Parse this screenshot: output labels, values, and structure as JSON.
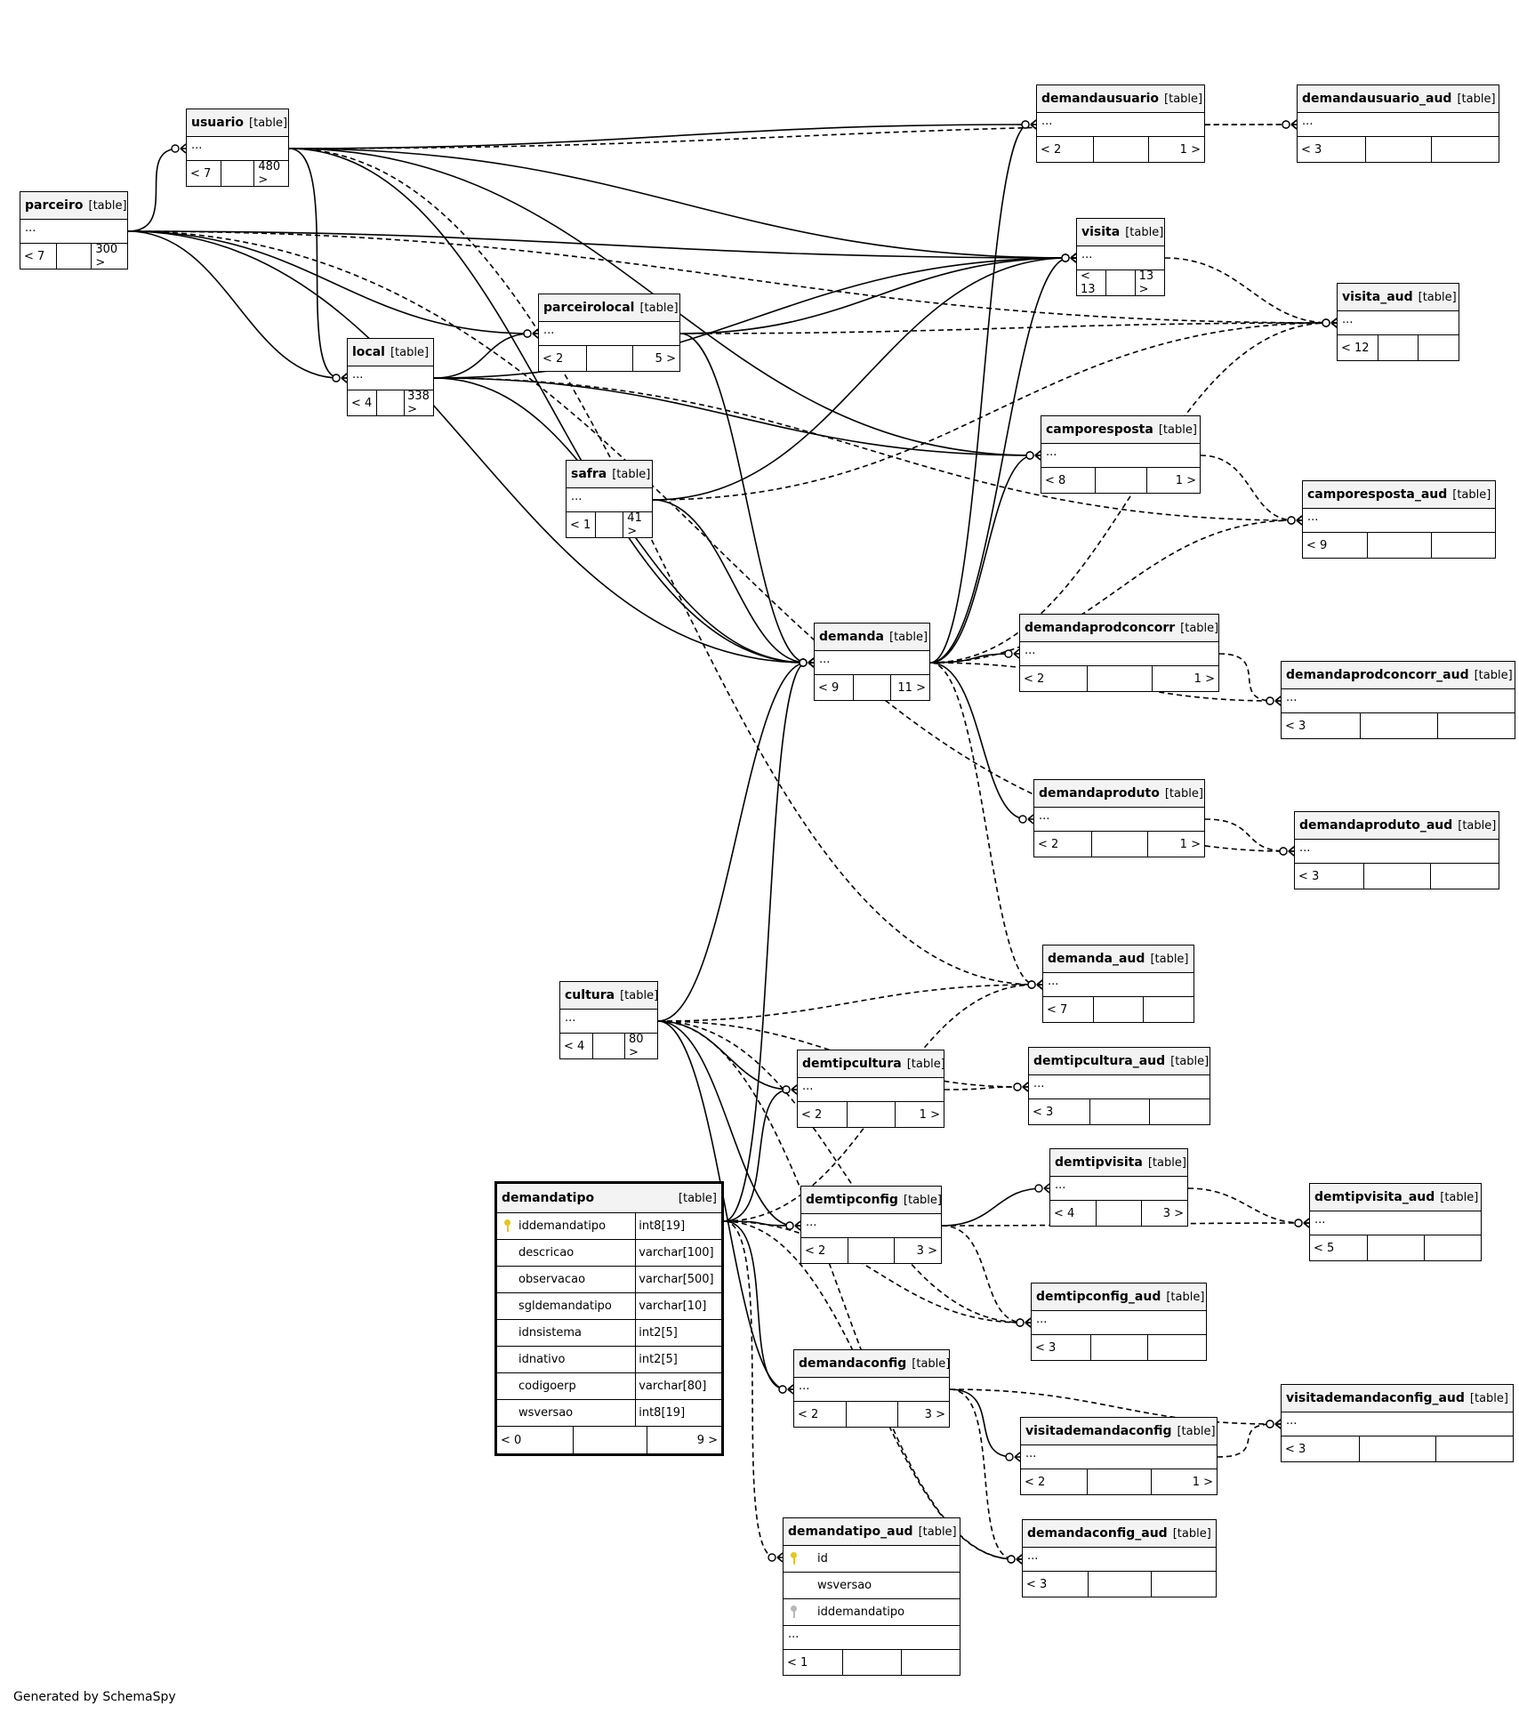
{
  "diagram": {
    "footer": "Generated by SchemaSpy",
    "type_label": "[table]",
    "nodes": [
      {
        "id": "parceiro",
        "name": "parceiro",
        "body": "...",
        "left": "< 7",
        "mid": "",
        "right": "300 >"
      },
      {
        "id": "usuario",
        "name": "usuario",
        "body": "...",
        "left": "< 7",
        "mid": "",
        "right": "480 >"
      },
      {
        "id": "local",
        "name": "local",
        "body": "...",
        "left": "< 4",
        "mid": "",
        "right": "338 >"
      },
      {
        "id": "parceirolocal",
        "name": "parceirolocal",
        "body": "...",
        "left": "< 2",
        "mid": "",
        "right": "5 >"
      },
      {
        "id": "safra",
        "name": "safra",
        "body": "...",
        "left": "< 1",
        "mid": "",
        "right": "41 >"
      },
      {
        "id": "demandausuario",
        "name": "demandausuario",
        "body": "...",
        "left": "< 2",
        "mid": "",
        "right": "1 >"
      },
      {
        "id": "demandausuario_aud",
        "name": "demandausuario_aud",
        "body": "...",
        "left": "< 3",
        "mid": "",
        "right": ""
      },
      {
        "id": "visita",
        "name": "visita",
        "body": "...",
        "left": "< 13",
        "mid": "",
        "right": "13 >"
      },
      {
        "id": "visita_aud",
        "name": "visita_aud",
        "body": "...",
        "left": "< 12",
        "mid": "",
        "right": ""
      },
      {
        "id": "camporesposta",
        "name": "camporesposta",
        "body": "...",
        "left": "< 8",
        "mid": "",
        "right": "1 >"
      },
      {
        "id": "camporesposta_aud",
        "name": "camporesposta_aud",
        "body": "...",
        "left": "< 9",
        "mid": "",
        "right": ""
      },
      {
        "id": "demanda",
        "name": "demanda",
        "body": "...",
        "left": "< 9",
        "mid": "",
        "right": "11 >"
      },
      {
        "id": "demandaprodconcorr",
        "name": "demandaprodconcorr",
        "body": "...",
        "left": "< 2",
        "mid": "",
        "right": "1 >"
      },
      {
        "id": "demandaprodconcorr_aud",
        "name": "demandaprodconcorr_aud",
        "body": "...",
        "left": "< 3",
        "mid": "",
        "right": ""
      },
      {
        "id": "demandaproduto",
        "name": "demandaproduto",
        "body": "...",
        "left": "< 2",
        "mid": "",
        "right": "1 >"
      },
      {
        "id": "demandaproduto_aud",
        "name": "demandaproduto_aud",
        "body": "...",
        "left": "< 3",
        "mid": "",
        "right": ""
      },
      {
        "id": "demanda_aud",
        "name": "demanda_aud",
        "body": "...",
        "left": "< 7",
        "mid": "",
        "right": ""
      },
      {
        "id": "cultura",
        "name": "cultura",
        "body": "...",
        "left": "< 4",
        "mid": "",
        "right": "80 >"
      },
      {
        "id": "demtipcultura",
        "name": "demtipcultura",
        "body": "...",
        "left": "< 2",
        "mid": "",
        "right": "1 >"
      },
      {
        "id": "demtipcultura_aud",
        "name": "demtipcultura_aud",
        "body": "...",
        "left": "< 3",
        "mid": "",
        "right": ""
      },
      {
        "id": "demtipvisita",
        "name": "demtipvisita",
        "body": "...",
        "left": "< 4",
        "mid": "",
        "right": "3 >"
      },
      {
        "id": "demtipvisita_aud",
        "name": "demtipvisita_aud",
        "body": "...",
        "left": "< 5",
        "mid": "",
        "right": ""
      },
      {
        "id": "demtipconfig",
        "name": "demtipconfig",
        "body": "...",
        "left": "< 2",
        "mid": "",
        "right": "3 >"
      },
      {
        "id": "demtipconfig_aud",
        "name": "demtipconfig_aud",
        "body": "...",
        "left": "< 3",
        "mid": "",
        "right": ""
      },
      {
        "id": "demandaconfig",
        "name": "demandaconfig",
        "body": "...",
        "left": "< 2",
        "mid": "",
        "right": "3 >"
      },
      {
        "id": "visitademandaconfig",
        "name": "visitademandaconfig",
        "body": "...",
        "left": "< 2",
        "mid": "",
        "right": "1 >"
      },
      {
        "id": "visitademandaconfig_aud",
        "name": "visitademandaconfig_aud",
        "body": "...",
        "left": "< 3",
        "mid": "",
        "right": ""
      },
      {
        "id": "demandaconfig_aud",
        "name": "demandaconfig_aud",
        "body": "...",
        "left": "< 3",
        "mid": "",
        "right": ""
      }
    ],
    "demandatipo": {
      "name": "demandatipo",
      "columns": [
        {
          "name": "iddemandatipo",
          "type": "int8[19]",
          "key": "primary"
        },
        {
          "name": "descricao",
          "type": "varchar[100]"
        },
        {
          "name": "observacao",
          "type": "varchar[500]"
        },
        {
          "name": "sgldemandatipo",
          "type": "varchar[10]"
        },
        {
          "name": "idnsistema",
          "type": "int2[5]"
        },
        {
          "name": "idnativo",
          "type": "int2[5]"
        },
        {
          "name": "codigoerp",
          "type": "varchar[80]"
        },
        {
          "name": "wsversao",
          "type": "int8[19]"
        }
      ],
      "left": "< 0",
      "right": "9 >"
    },
    "demandatipo_aud": {
      "name": "demandatipo_aud",
      "columns": [
        {
          "name": "id",
          "key": "primary"
        },
        {
          "name": "wsversao"
        },
        {
          "name": "iddemandatipo",
          "key": "foreign"
        }
      ],
      "body": "...",
      "left": "< 1"
    },
    "key_colors": {
      "primary": "#e6c619",
      "foreign": "#b8b8b8"
    }
  }
}
